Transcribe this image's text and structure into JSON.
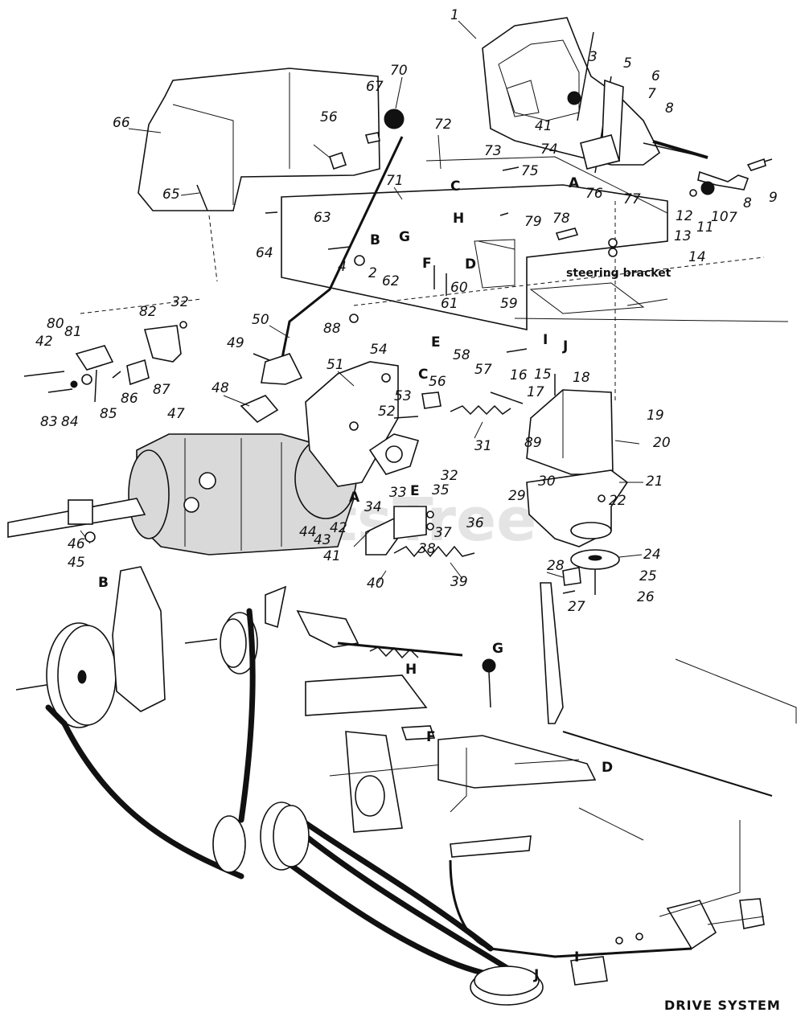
{
  "caption": "DRIVE SYSTEM",
  "watermark": "PartsTree",
  "note": "steering bracket",
  "labels": [
    {
      "id": "l1",
      "text": "1"
    },
    {
      "id": "l3",
      "text": "3"
    },
    {
      "id": "l5",
      "text": "5"
    },
    {
      "id": "l6",
      "text": "6"
    },
    {
      "id": "l7a",
      "text": "7"
    },
    {
      "id": "l8a",
      "text": "8"
    },
    {
      "id": "l41a",
      "text": "41"
    },
    {
      "id": "l74",
      "text": "74"
    },
    {
      "id": "l73",
      "text": "73"
    },
    {
      "id": "l75",
      "text": "75"
    },
    {
      "id": "lA1",
      "text": "A"
    },
    {
      "id": "l76",
      "text": "76"
    },
    {
      "id": "l77",
      "text": "77"
    },
    {
      "id": "l8b",
      "text": "8"
    },
    {
      "id": "l9",
      "text": "9"
    },
    {
      "id": "l12",
      "text": "12"
    },
    {
      "id": "l11",
      "text": "11"
    },
    {
      "id": "l10",
      "text": "10"
    },
    {
      "id": "l7b",
      "text": "7"
    },
    {
      "id": "l13",
      "text": "13"
    },
    {
      "id": "l14",
      "text": "14"
    },
    {
      "id": "l70",
      "text": "70"
    },
    {
      "id": "l67",
      "text": "67"
    },
    {
      "id": "l66",
      "text": "66"
    },
    {
      "id": "l56a",
      "text": "56"
    },
    {
      "id": "l65",
      "text": "65"
    },
    {
      "id": "l72",
      "text": "72"
    },
    {
      "id": "lC1",
      "text": "C"
    },
    {
      "id": "l71",
      "text": "71"
    },
    {
      "id": "l79",
      "text": "79"
    },
    {
      "id": "l78",
      "text": "78"
    },
    {
      "id": "lH1",
      "text": "H"
    },
    {
      "id": "l64",
      "text": "64"
    },
    {
      "id": "l63",
      "text": "63"
    },
    {
      "id": "lB1",
      "text": "B"
    },
    {
      "id": "lG1",
      "text": "G"
    },
    {
      "id": "l4",
      "text": "4"
    },
    {
      "id": "l2",
      "text": "2"
    },
    {
      "id": "lF1",
      "text": "F"
    },
    {
      "id": "lD1",
      "text": "D"
    },
    {
      "id": "l62",
      "text": "62"
    },
    {
      "id": "l60",
      "text": "60"
    },
    {
      "id": "l61",
      "text": "61"
    },
    {
      "id": "l59",
      "text": "59"
    },
    {
      "id": "l82",
      "text": "82"
    },
    {
      "id": "l32a",
      "text": "32"
    },
    {
      "id": "l50",
      "text": "50"
    },
    {
      "id": "l88",
      "text": "88"
    },
    {
      "id": "l42a",
      "text": "42"
    },
    {
      "id": "l80",
      "text": "80"
    },
    {
      "id": "l81",
      "text": "81"
    },
    {
      "id": "l49",
      "text": "49"
    },
    {
      "id": "lE1",
      "text": "E"
    },
    {
      "id": "l58",
      "text": "58"
    },
    {
      "id": "lI1",
      "text": "I"
    },
    {
      "id": "lJ1",
      "text": "J"
    },
    {
      "id": "l54",
      "text": "54"
    },
    {
      "id": "l51",
      "text": "51"
    },
    {
      "id": "l53",
      "text": "53"
    },
    {
      "id": "lC2",
      "text": "C"
    },
    {
      "id": "l56b",
      "text": "56"
    },
    {
      "id": "l57",
      "text": "57"
    },
    {
      "id": "l16",
      "text": "16"
    },
    {
      "id": "l15",
      "text": "15"
    },
    {
      "id": "l18",
      "text": "18"
    },
    {
      "id": "l17",
      "text": "17"
    },
    {
      "id": "l83",
      "text": "83"
    },
    {
      "id": "l84",
      "text": "84"
    },
    {
      "id": "l85",
      "text": "85"
    },
    {
      "id": "l86",
      "text": "86"
    },
    {
      "id": "l87",
      "text": "87"
    },
    {
      "id": "l48",
      "text": "48"
    },
    {
      "id": "l52",
      "text": "52"
    },
    {
      "id": "l19",
      "text": "19"
    },
    {
      "id": "l47",
      "text": "47"
    },
    {
      "id": "l31",
      "text": "31"
    },
    {
      "id": "l89",
      "text": "89"
    },
    {
      "id": "l20",
      "text": "20"
    },
    {
      "id": "l32b",
      "text": "32"
    },
    {
      "id": "l33",
      "text": "33"
    },
    {
      "id": "lE2",
      "text": "E"
    },
    {
      "id": "l35",
      "text": "35"
    },
    {
      "id": "l21",
      "text": "21"
    },
    {
      "id": "l29",
      "text": "29"
    },
    {
      "id": "l30",
      "text": "30"
    },
    {
      "id": "l22",
      "text": "22"
    },
    {
      "id": "lA2",
      "text": "A"
    },
    {
      "id": "l34",
      "text": "34"
    },
    {
      "id": "l36",
      "text": "36"
    },
    {
      "id": "l37",
      "text": "37"
    },
    {
      "id": "l44",
      "text": "44"
    },
    {
      "id": "l43",
      "text": "43"
    },
    {
      "id": "l42b",
      "text": "42"
    },
    {
      "id": "l41b",
      "text": "41"
    },
    {
      "id": "l38",
      "text": "38"
    },
    {
      "id": "l46",
      "text": "46"
    },
    {
      "id": "l45",
      "text": "45"
    },
    {
      "id": "l40",
      "text": "40"
    },
    {
      "id": "l39",
      "text": "39"
    },
    {
      "id": "l24",
      "text": "24"
    },
    {
      "id": "l28",
      "text": "28"
    },
    {
      "id": "l25",
      "text": "25"
    },
    {
      "id": "l26",
      "text": "26"
    },
    {
      "id": "l27",
      "text": "27"
    },
    {
      "id": "lB2",
      "text": "B"
    },
    {
      "id": "lG2",
      "text": "G"
    },
    {
      "id": "lH2",
      "text": "H"
    },
    {
      "id": "lF2",
      "text": "F"
    },
    {
      "id": "lD2",
      "text": "D"
    },
    {
      "id": "lI2",
      "text": "I"
    },
    {
      "id": "lJ2",
      "text": "J"
    }
  ]
}
